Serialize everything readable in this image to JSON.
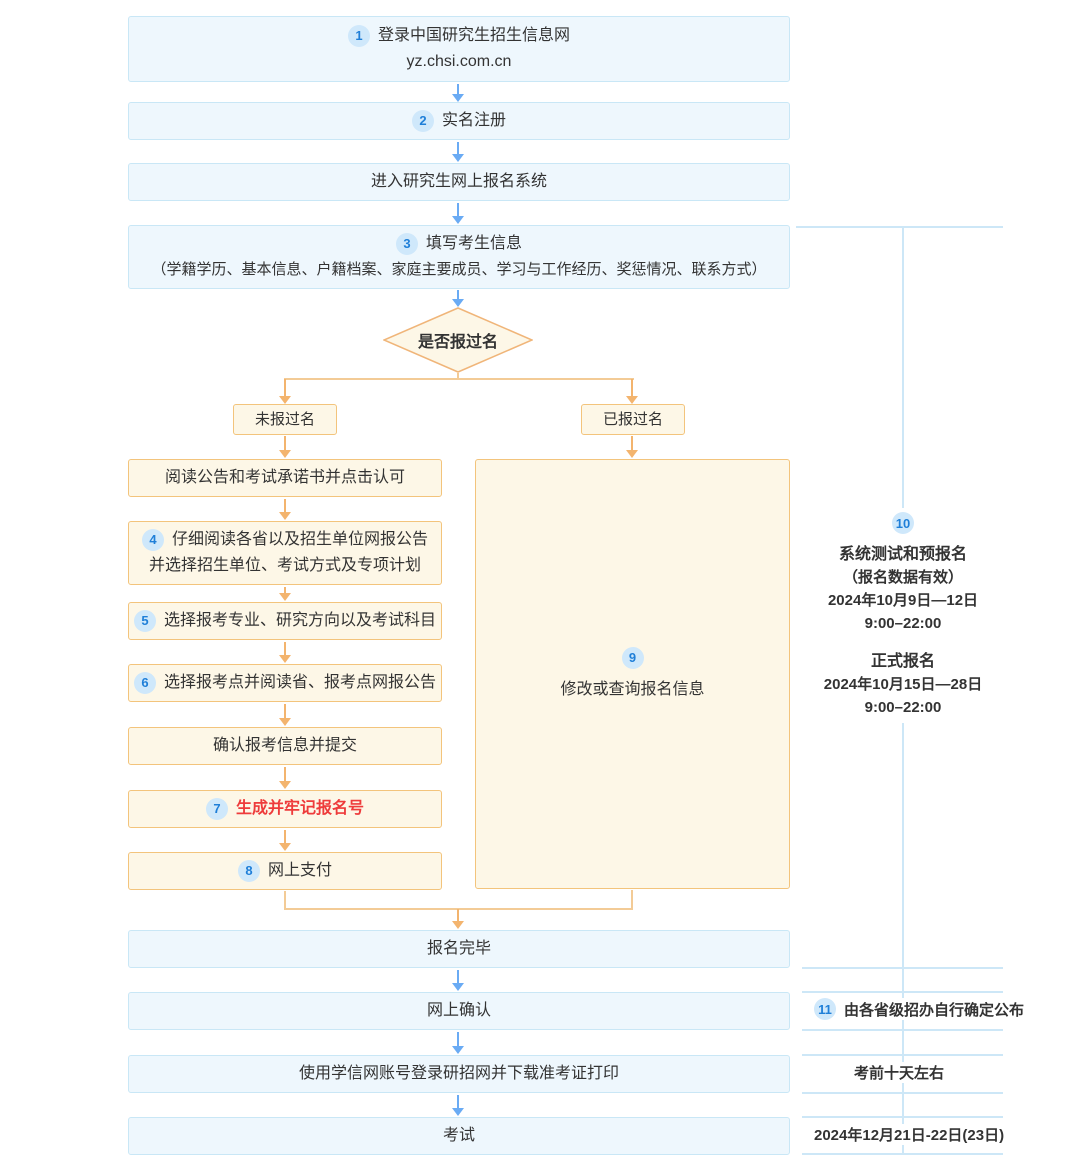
{
  "colors": {
    "accent_blue": "#6aabf4",
    "accent_orange": "#f3b46e",
    "box_blue_bg": "#eef7fd",
    "box_blue_border": "#c9e7f6",
    "box_cream_bg": "#fdf7e7",
    "box_cream_border": "#f3c47c",
    "badge_bg": "#cfe8fb",
    "badge_text": "#1f7fd8",
    "highlight_red": "#ee3b3b",
    "bracket_line_blue": "#cde7f7"
  },
  "flow": {
    "step1": {
      "badge": "1",
      "title": "登录中国研究生招生信息网",
      "url": "yz.chsi.com.cn"
    },
    "step2": {
      "badge": "2",
      "label": "实名注册"
    },
    "enter_system": {
      "label": "进入研究生网上报名系统"
    },
    "step3": {
      "badge": "3",
      "title": "填写考生信息",
      "detail": "（学籍学历、基本信息、户籍档案、家庭主要成员、学习与工作经历、奖惩情况、联系方式）"
    },
    "decision": {
      "label": "是否报过名"
    },
    "branch_no": {
      "label": "未报过名"
    },
    "branch_yes": {
      "label": "已报过名"
    },
    "read_notice": {
      "label": "阅读公告和考试承诺书并点击认可"
    },
    "step4": {
      "badge": "4",
      "line1": "仔细阅读各省以及招生单位网报公告",
      "line2": "并选择招生单位、考试方式及专项计划"
    },
    "step5": {
      "badge": "5",
      "label": "选择报考专业、研究方向以及考试科目"
    },
    "step6": {
      "badge": "6",
      "label": "选择报考点并阅读省、报考点网报公告"
    },
    "confirm_submit": {
      "label": "确认报考信息并提交"
    },
    "step7": {
      "badge": "7",
      "label": "生成并牢记报名号"
    },
    "step8": {
      "badge": "8",
      "label": "网上支付"
    },
    "step9": {
      "badge": "9",
      "label": "修改或查询报名信息"
    },
    "complete": {
      "label": "报名完毕"
    },
    "online_confirm": {
      "label": "网上确认"
    },
    "download_ticket": {
      "label": "使用学信网账号登录研招网并下载准考证打印"
    },
    "exam": {
      "label": "考试"
    }
  },
  "annotations": {
    "step10": {
      "badge": "10",
      "title1": "系统测试和预报名",
      "note1": "（报名数据有效）",
      "date1": "2024年10月9日—12日",
      "time1": "9:00–22:00",
      "title2": "正式报名",
      "date2": "2024年10月15日—28日",
      "time2": "9:00–22:00"
    },
    "step11": {
      "badge": "11",
      "label": "由各省级招办自行确定公布"
    },
    "confirm_time": {
      "label": "考前十天左右"
    },
    "exam_date": {
      "label": "2024年12月21日-22日(23日)"
    }
  }
}
